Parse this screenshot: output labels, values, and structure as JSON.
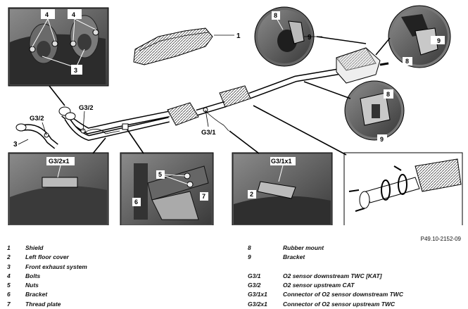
{
  "figure_id": "P49.10-2152-09",
  "callouts": {
    "shield": "1",
    "floor_cover": "2",
    "front_exhaust": "3",
    "bolts": "4",
    "nuts": "5",
    "bracket": "6",
    "thread_plate": "7",
    "rubber_mount": "8",
    "bracket9": "9",
    "g3_1": "G3/1",
    "g3_2": "G3/2",
    "g3_1x1": "G3/1x1",
    "g3_2x1": "G3/2x1"
  },
  "legend_left": [
    {
      "key": "1",
      "text": "Shield"
    },
    {
      "key": "2",
      "text": "Left floor cover"
    },
    {
      "key": "3",
      "text": "Front exhaust system"
    },
    {
      "key": "4",
      "text": "Bolts"
    },
    {
      "key": "5",
      "text": "Nuts"
    },
    {
      "key": "6",
      "text": "Bracket"
    },
    {
      "key": "7",
      "text": "Thread plate"
    }
  ],
  "legend_right": [
    {
      "key": "8",
      "text": "Rubber mount"
    },
    {
      "key": "9",
      "text": "Bracket"
    },
    {
      "key": "",
      "text": ""
    },
    {
      "key": "G3/1",
      "text": "O2 sensor downstream TWC [KAT]"
    },
    {
      "key": "G3/2",
      "text": "O2 sensor upstream CAT"
    },
    {
      "key": "G3/1x1",
      "text": "Connector of O2 sensor downstream TWC"
    },
    {
      "key": "G3/2x1",
      "text": "Connector of O2 sensor upstream TWC"
    }
  ]
}
